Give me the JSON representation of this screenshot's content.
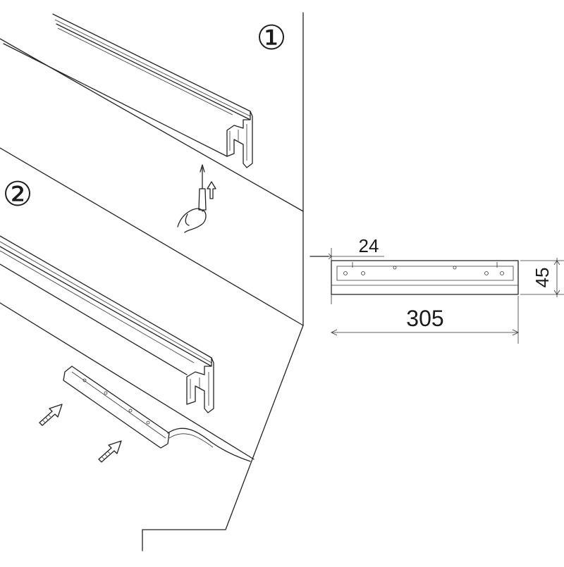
{
  "steps": [
    {
      "marker": "①"
    },
    {
      "marker": "②"
    }
  ],
  "dimensions": {
    "end_offset": "24",
    "height": "45",
    "length": "305"
  },
  "colors": {
    "line": "#222222",
    "background": "#ffffff"
  },
  "icons": [
    "screwdriver-icon",
    "hand-icon",
    "push-arrow-icon"
  ]
}
